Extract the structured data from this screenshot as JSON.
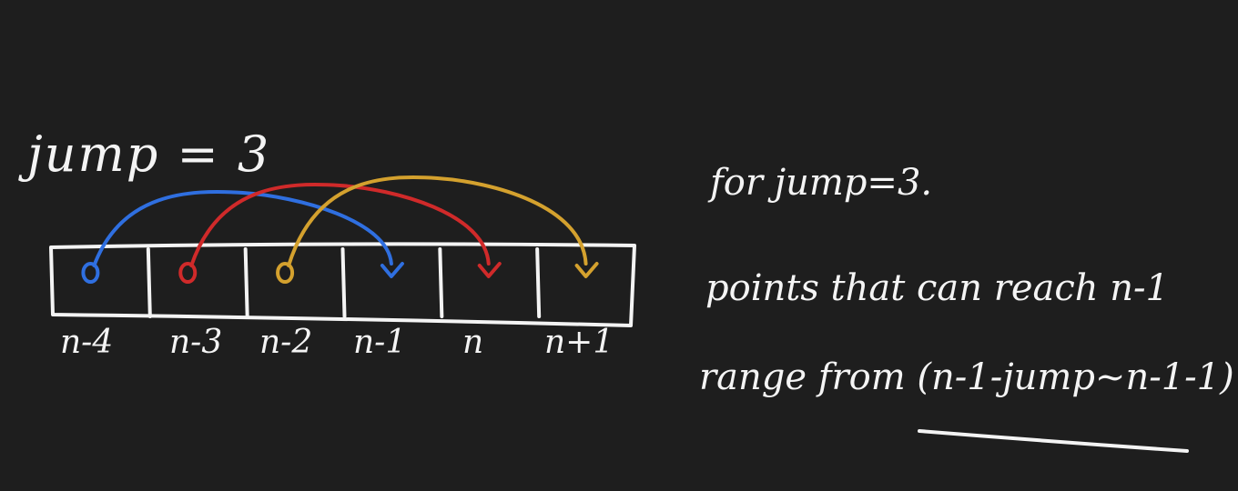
{
  "diagram": {
    "title": "jump = 3",
    "cells": [
      "n-4",
      "n-3",
      "n-2",
      "n-1",
      "n",
      "n+1"
    ],
    "arcs": [
      {
        "from": 0,
        "to": 3,
        "color": "#2f6fe0"
      },
      {
        "from": 1,
        "to": 4,
        "color": "#d02a2a"
      },
      {
        "from": 2,
        "to": 5,
        "color": "#d4a12e"
      }
    ]
  },
  "notes": {
    "line1": "for jump=3.",
    "line2": "points that can reach n-1",
    "line3": "range from (n-1-jump~n-1-1)"
  },
  "colors": {
    "background": "#1e1e1e",
    "ink": "#f4f4f4"
  }
}
